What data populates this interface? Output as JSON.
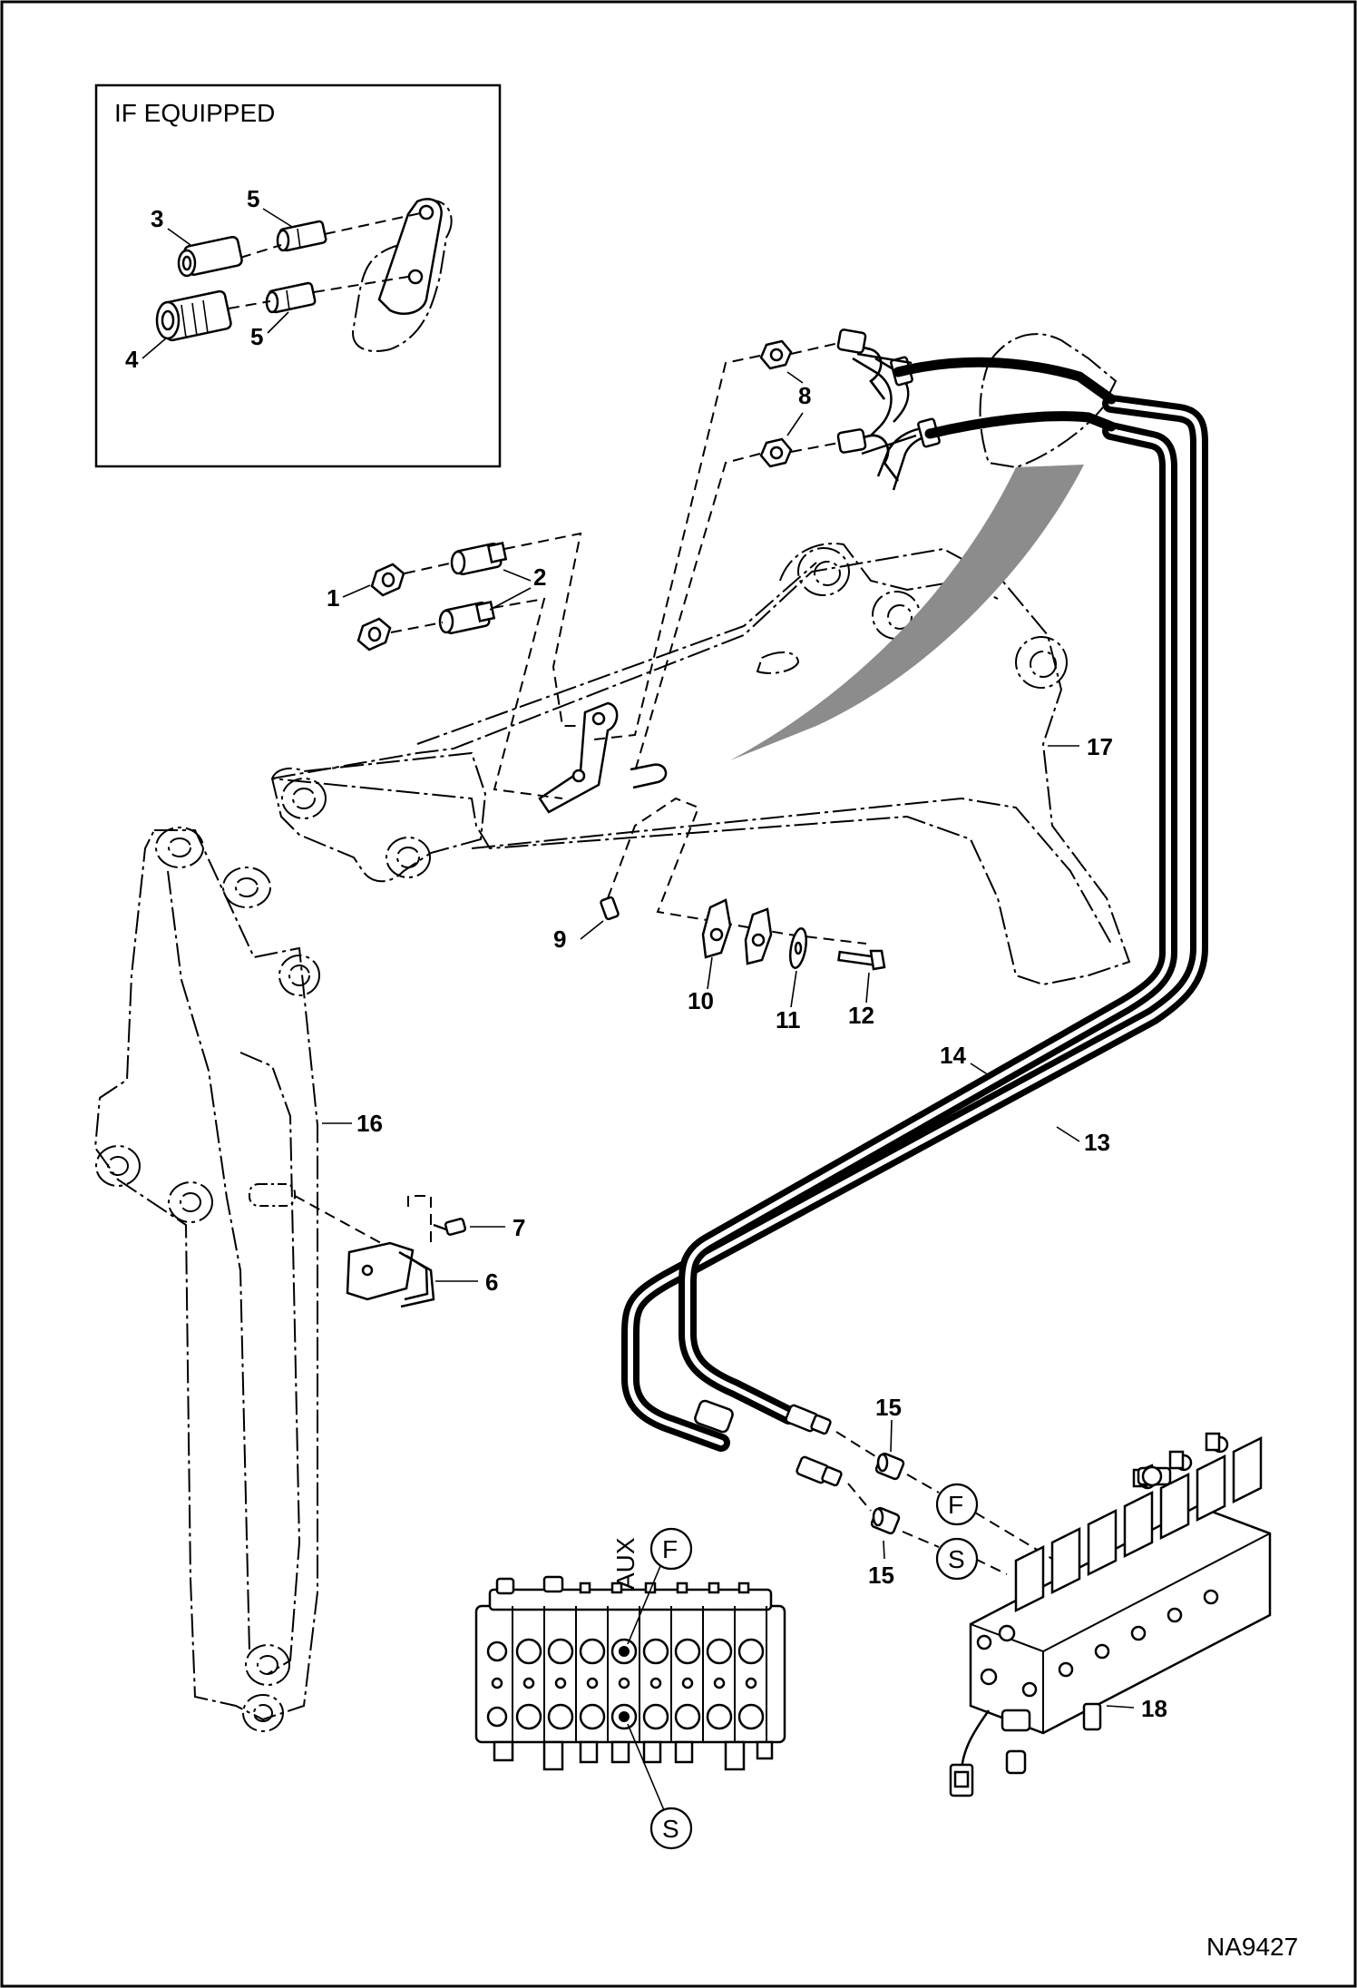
{
  "inset": {
    "title": "IF EQUIPPED"
  },
  "callouts": {
    "c1": "1",
    "c2": "2",
    "c3": "3",
    "c4": "4",
    "c5a": "5",
    "c5b": "5",
    "c6": "6",
    "c7": "7",
    "c8": "8",
    "c9": "9",
    "c10": "10",
    "c11": "11",
    "c12": "12",
    "c13": "13",
    "c14": "14",
    "c15a": "15",
    "c15b": "15",
    "c16": "16",
    "c17": "17",
    "c18": "18"
  },
  "ports": {
    "f_main": "F",
    "s_main": "S",
    "f_detail": "F",
    "s_detail": "S",
    "aux": "AUX"
  },
  "drawing_number": "NA9427"
}
